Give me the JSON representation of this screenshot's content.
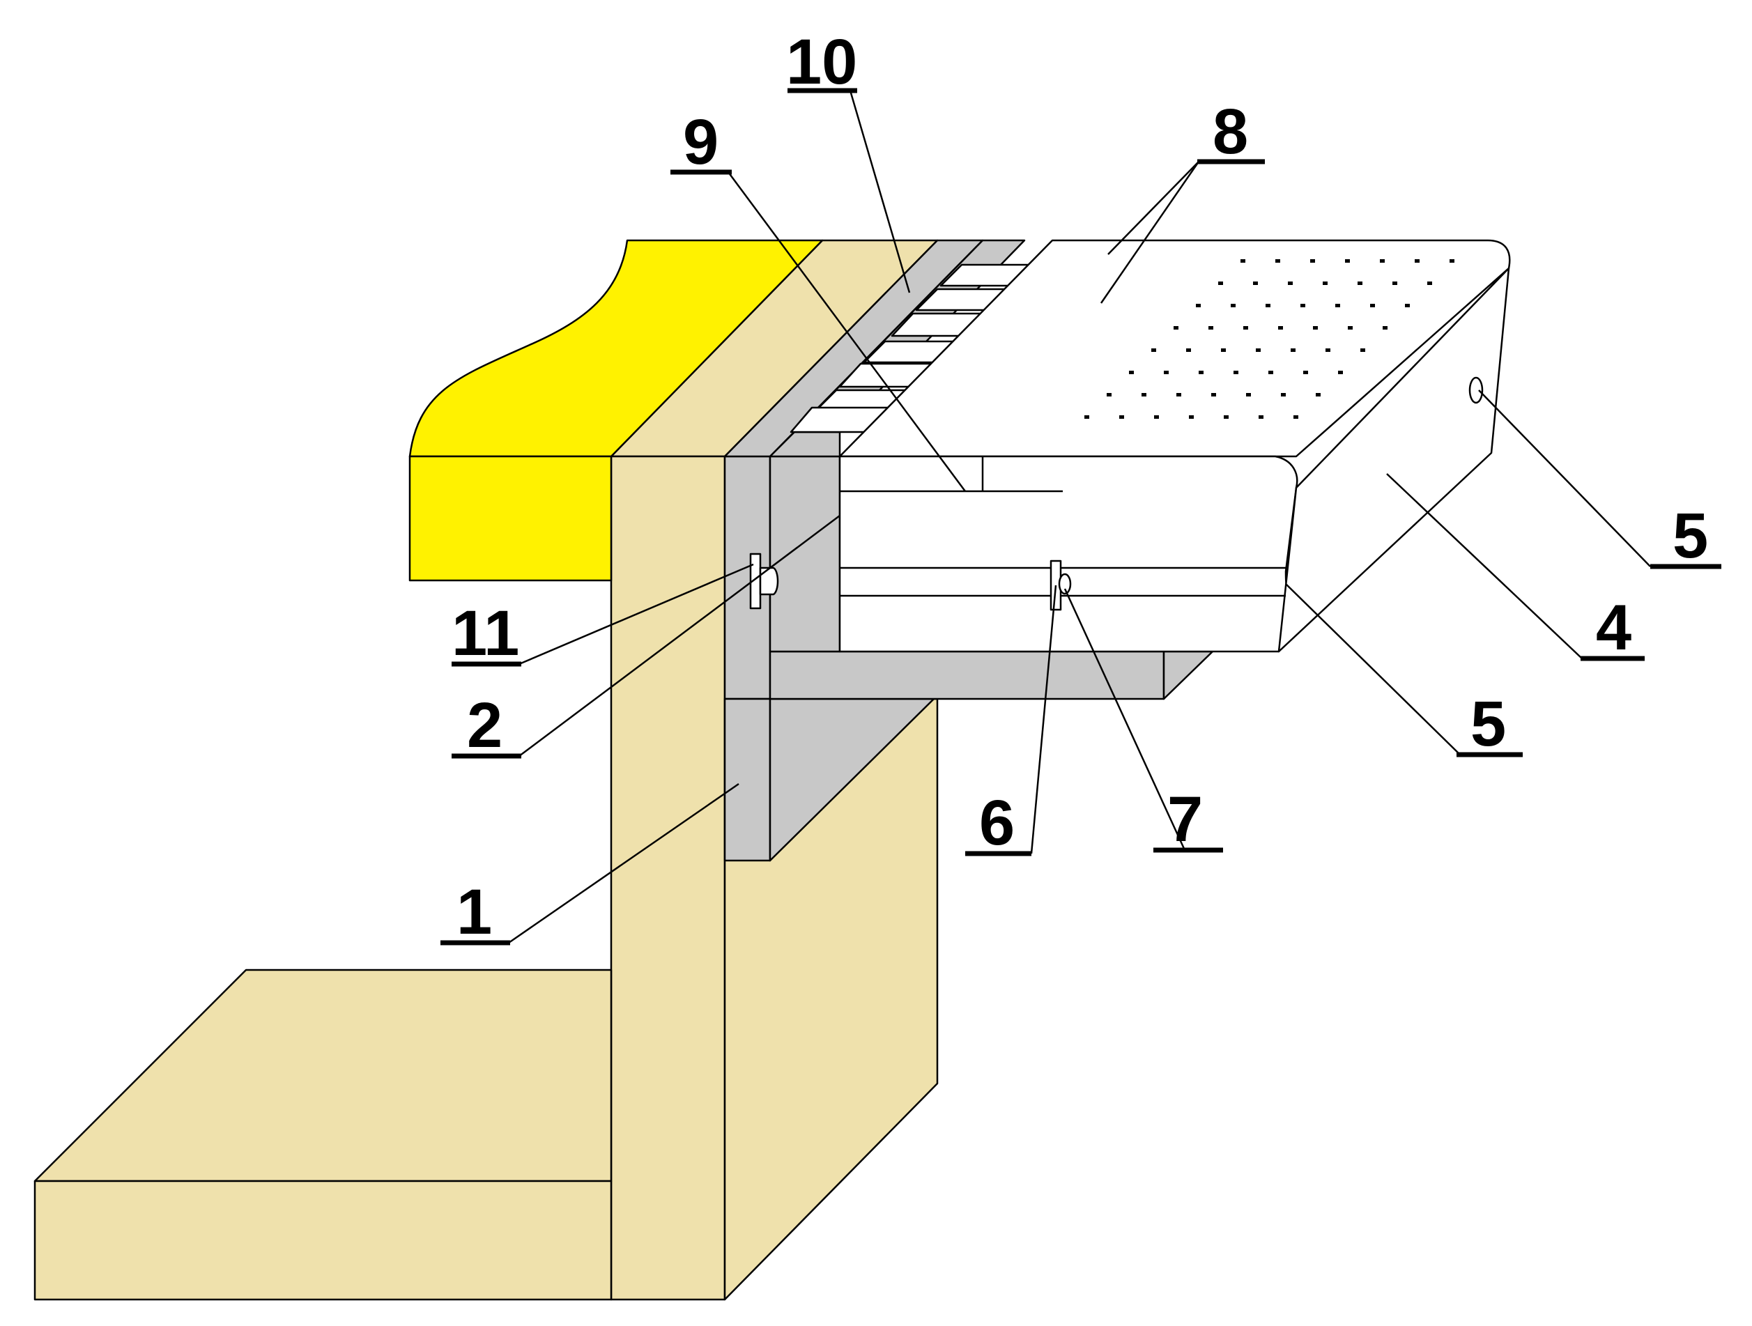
{
  "colors": {
    "beige": "#efe1ac",
    "yellow": "#fff200",
    "gray": "#c8c8c8",
    "dark_gray": "#9a9a9a",
    "white": "#ffffff",
    "line": "#000000"
  },
  "labels": [
    {
      "id": "label-1",
      "text": "1"
    },
    {
      "id": "label-2",
      "text": "2"
    },
    {
      "id": "label-4",
      "text": "4"
    },
    {
      "id": "label-5-upper",
      "text": "5"
    },
    {
      "id": "label-5-lower",
      "text": "5"
    },
    {
      "id": "label-6",
      "text": "6"
    },
    {
      "id": "label-7",
      "text": "7"
    },
    {
      "id": "label-8",
      "text": "8"
    },
    {
      "id": "label-9",
      "text": "9"
    },
    {
      "id": "label-10",
      "text": "10"
    },
    {
      "id": "label-11",
      "text": "11"
    }
  ]
}
